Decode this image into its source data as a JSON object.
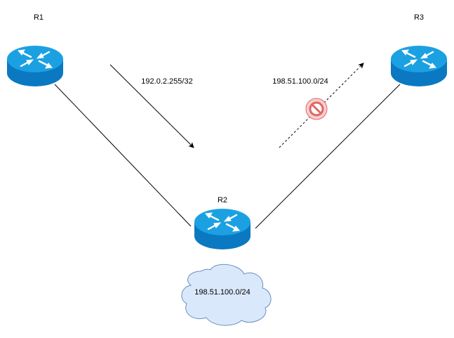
{
  "routers": {
    "r1": {
      "label": "R1"
    },
    "r2": {
      "label": "R2"
    },
    "r3": {
      "label": "R3"
    }
  },
  "routes": {
    "advertised": {
      "prefix": "192.0.2.255/32"
    },
    "blocked": {
      "prefix": "198.51.100.0/24"
    }
  },
  "network": {
    "prefix": "198.51.100.0/24"
  },
  "colors": {
    "router_top": "#1ba1e2",
    "router_side": "#0b78c2",
    "router_arrows": "#ffffff",
    "cloud_fill": "#dae8fc",
    "cloud_stroke": "#6c8ebf",
    "prohibit_fill": "#f8cecc",
    "prohibit_stroke": "#e06666",
    "link": "#000000"
  },
  "icons": {
    "router": "router-icon",
    "prohibit": "no-entry-icon",
    "cloud": "cloud-icon"
  }
}
